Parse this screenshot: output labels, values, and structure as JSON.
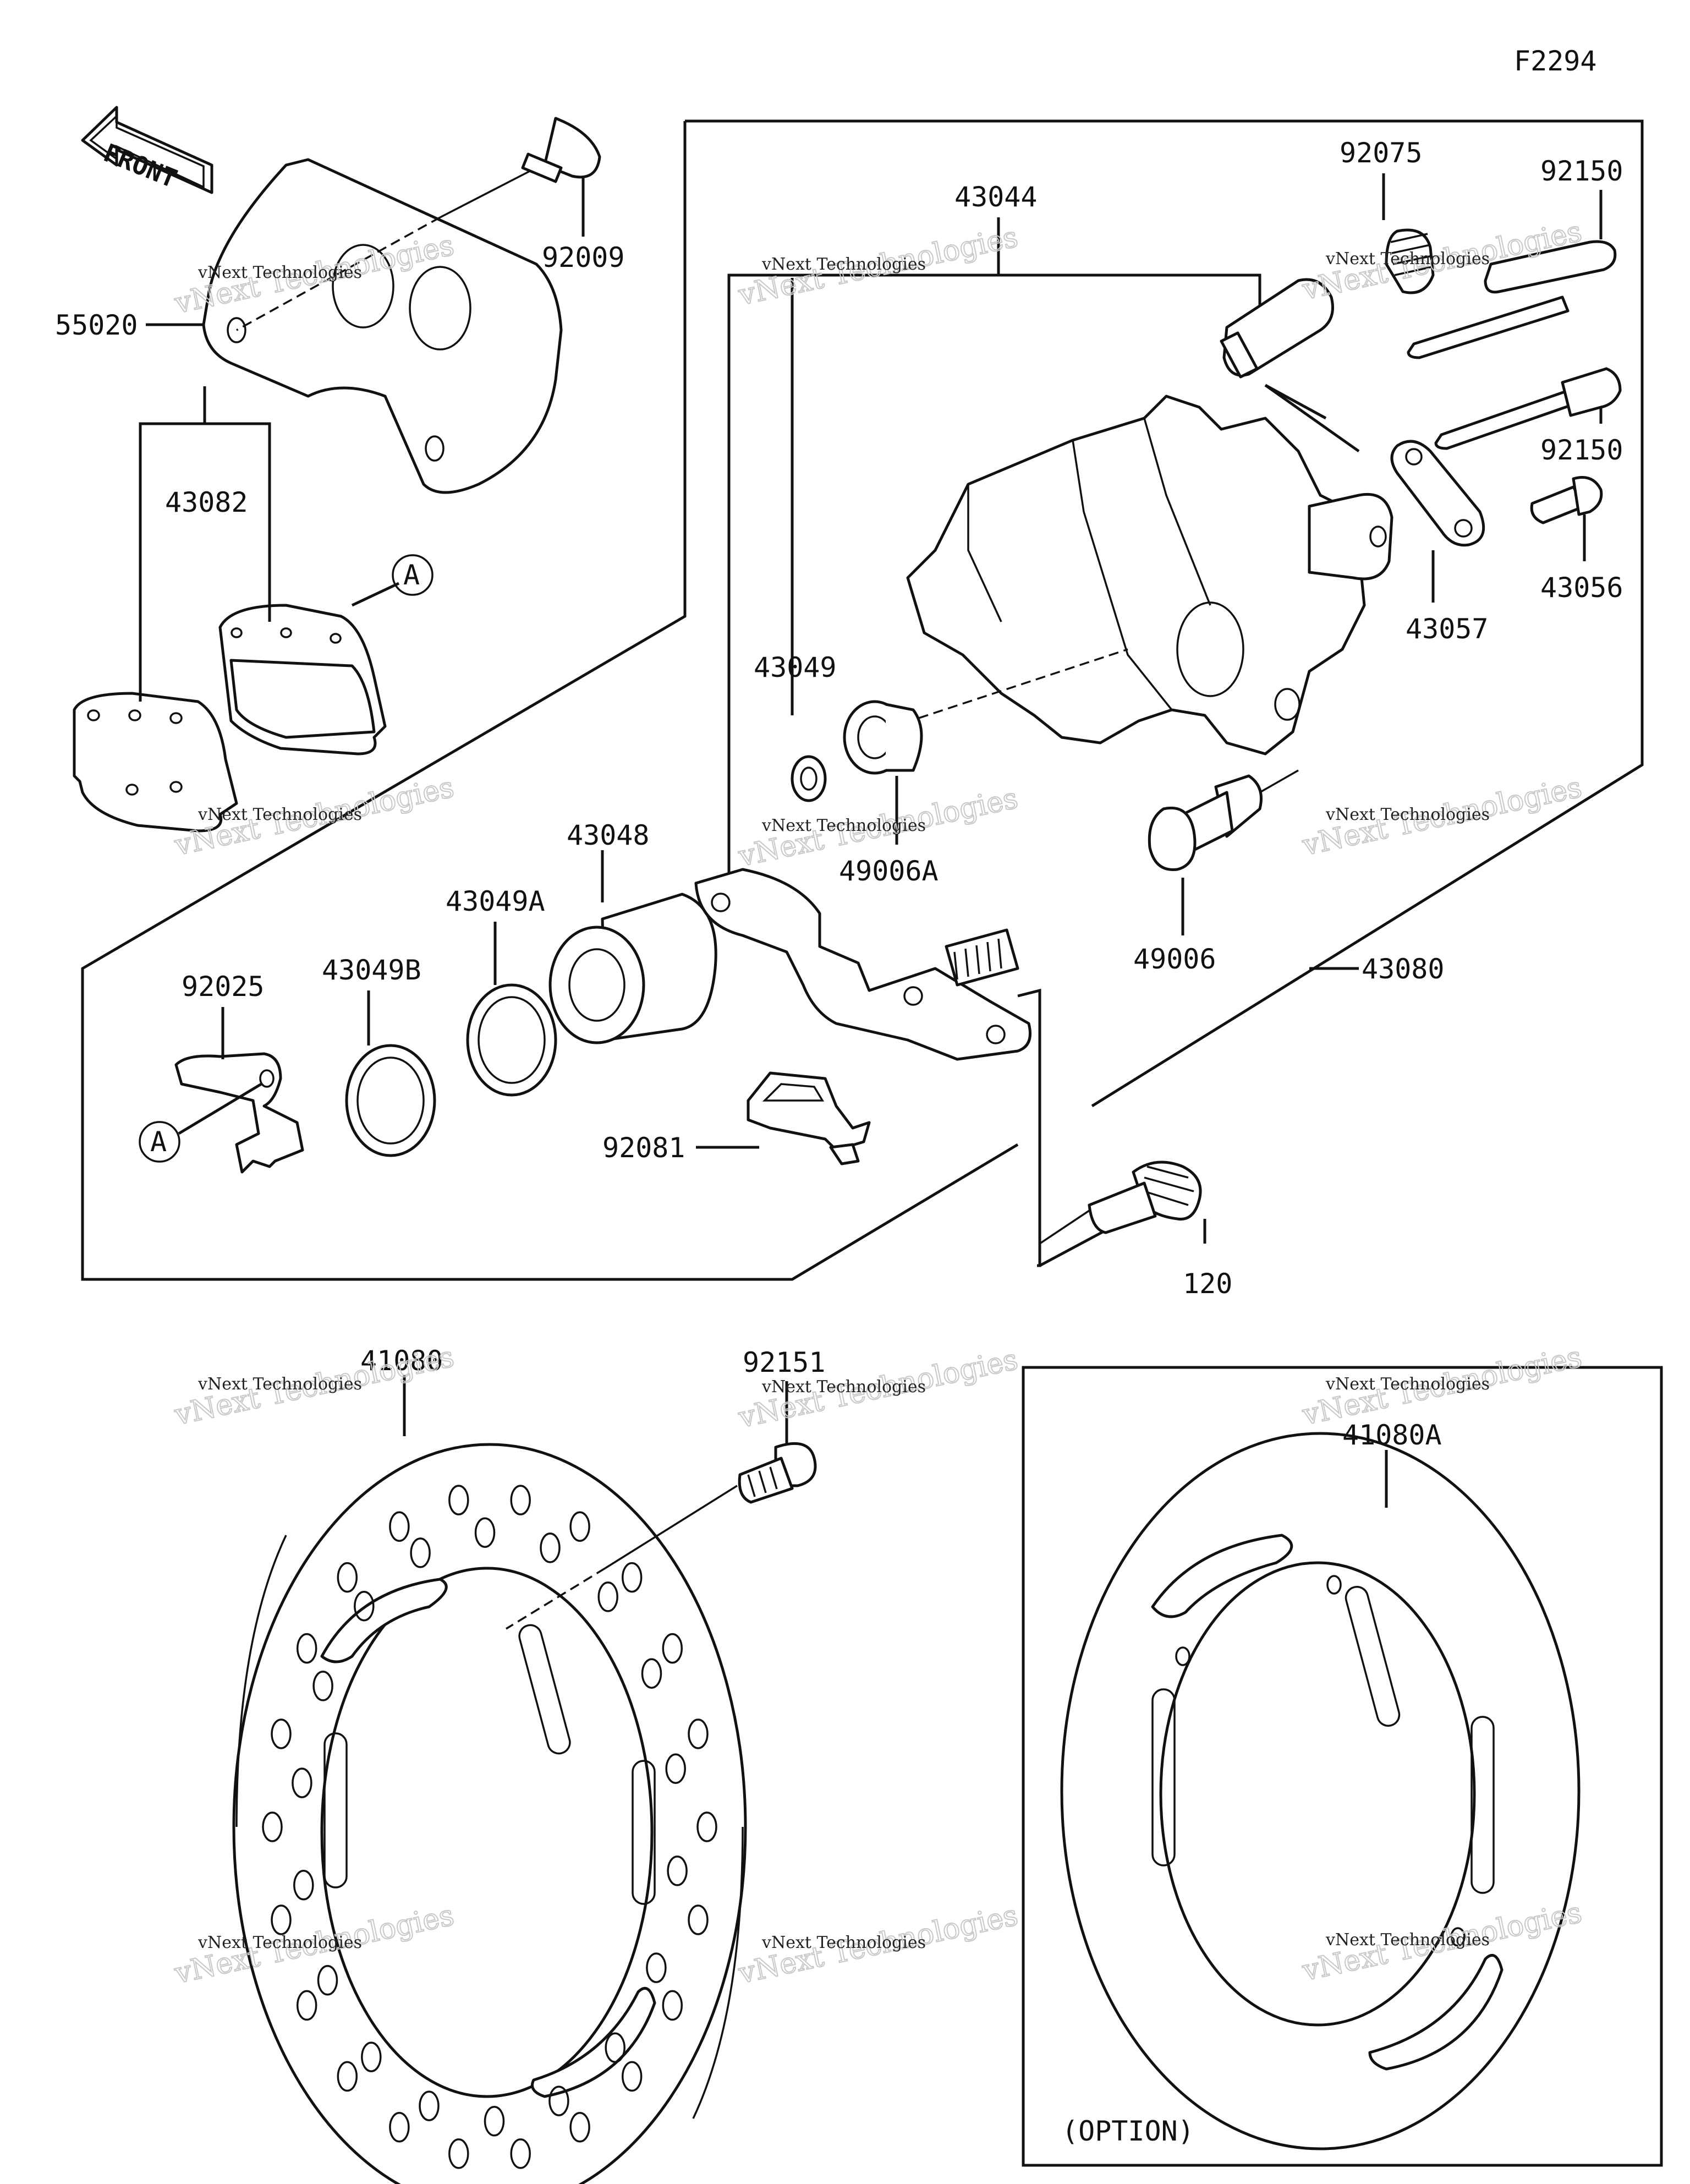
{
  "diagram_id": "F2294",
  "front_label": "FRONT",
  "option_label": "(OPTION)",
  "ref_mark": "A",
  "watermark": {
    "line1": "vNext Technologies",
    "line2": "vNext Technologies"
  },
  "parts": {
    "p55020": "55020",
    "p92009": "92009",
    "p43082": "43082",
    "p43044": "43044",
    "p92075": "92075",
    "p92150a": "92150",
    "p92150b": "92150",
    "p43056": "43056",
    "p43057": "43057",
    "p43049": "43049",
    "p49006A": "49006A",
    "p49006": "49006",
    "p43048": "43048",
    "p43049A": "43049A",
    "p43049B": "43049B",
    "p92025": "92025",
    "p92081": "92081",
    "p43080": "43080",
    "p120": "120",
    "p41080": "41080",
    "p92151": "92151",
    "p41080A": "41080A"
  }
}
